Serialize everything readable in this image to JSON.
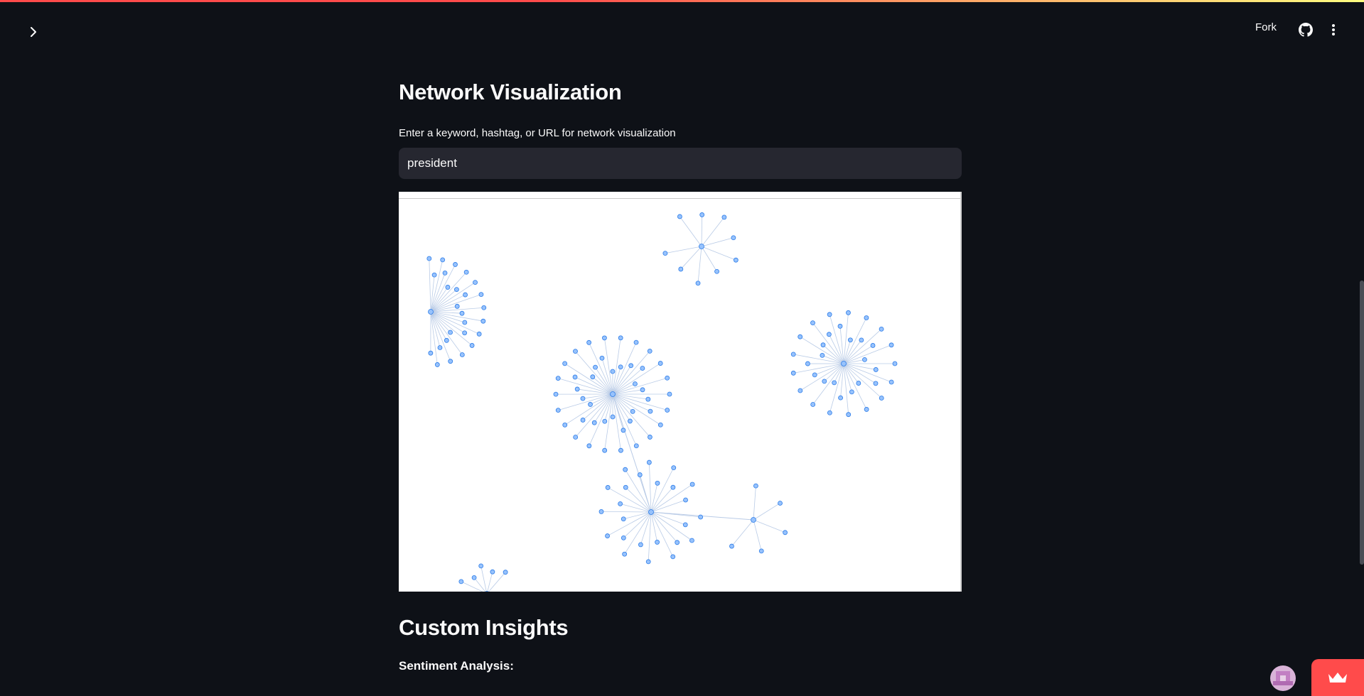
{
  "header": {
    "fork_label": "Fork",
    "icons": [
      "chevron-right-icon",
      "github-icon",
      "more-vert-icon"
    ]
  },
  "main": {
    "section_title": "Network Visualization",
    "input": {
      "label": "Enter a keyword, hashtag, or URL for network visualization",
      "value": "president"
    },
    "insights_title": "Custom Insights",
    "sentiment_label": "Sentiment Analysis:"
  },
  "colors": {
    "background": "#0e1117",
    "input_bg": "#262730",
    "accent": "#ff4b4b",
    "node_fill": "#97c2fc",
    "node_stroke": "#2b7ce9",
    "edge": "#b9cbe6"
  }
}
